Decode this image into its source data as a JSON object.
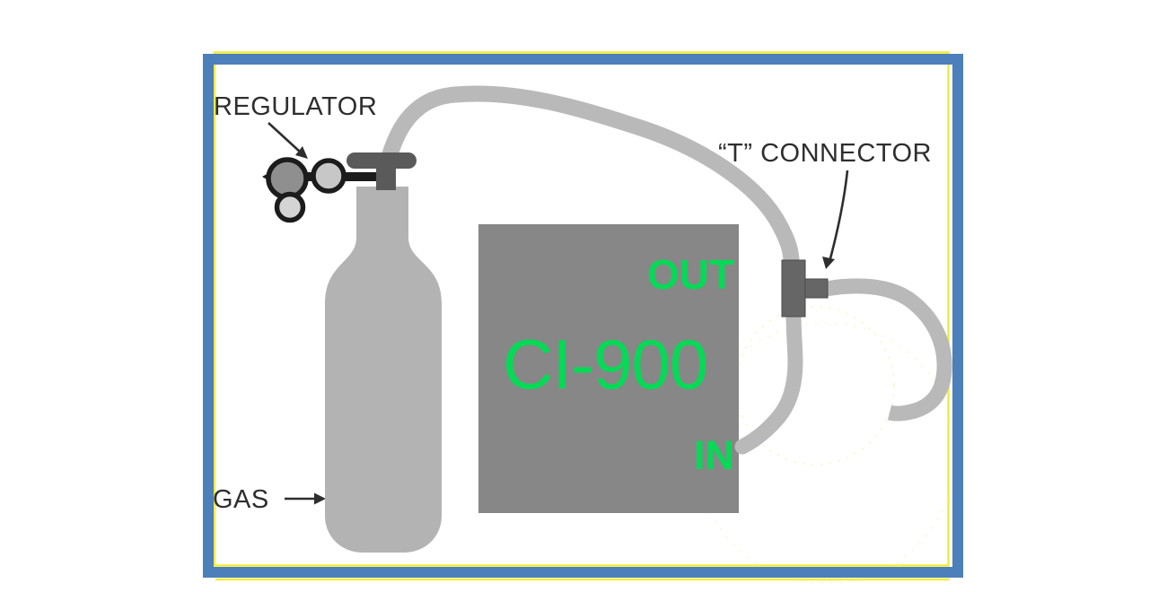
{
  "diagram": {
    "labels": {
      "regulator": "REGULATOR",
      "t_connector": "“T” CONNECTOR",
      "gas": "GAS"
    },
    "device": {
      "model": "CI-900",
      "ports": {
        "out": "OUT",
        "in": "IN"
      }
    },
    "colors": {
      "frame_blue": "#4d7fba",
      "frame_yellow": "#f2ee3e",
      "device_box_gray": "#878787",
      "tube_gray": "#b9b9b9",
      "cylinder_gray": "#b3b3b3",
      "hardware_dark_gray": "#5a5a5a",
      "t_connector_gray": "#666666",
      "regulator_black": "#1c1c1c",
      "label_text": "#2e2e2e",
      "port_green": "#05da56"
    }
  }
}
